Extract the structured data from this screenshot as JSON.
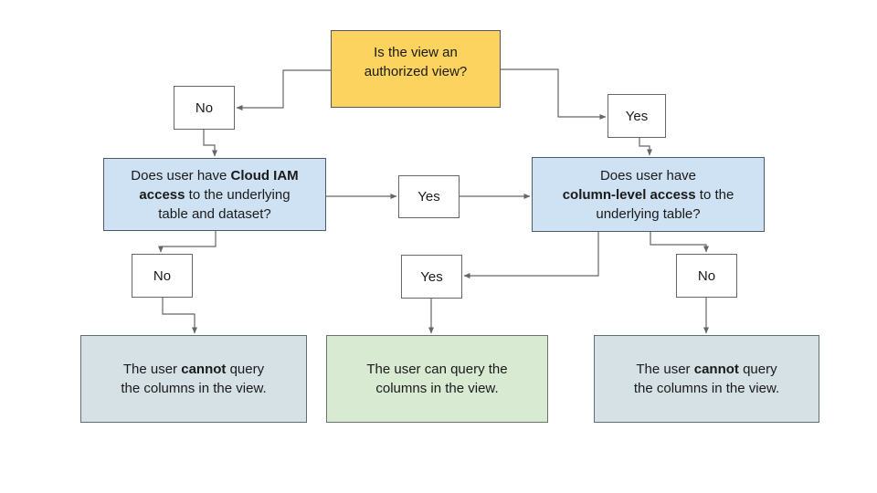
{
  "colors": {
    "decision_fill": "#fbd35e",
    "decision_border": "#53565c",
    "question_fill": "#cfe2f3",
    "question_border": "#4d5a68",
    "neutral_fill": "#d6e1e5",
    "neutral_border": "#5d6e74",
    "positive_fill": "#d9ead3",
    "positive_border": "#6c7169",
    "small_fill": "#ffffff",
    "small_border": "#666666",
    "connector": "#666666",
    "text": "#1a1a1a"
  },
  "nodes": {
    "root": {
      "line1": "Is the view an",
      "line2": "authorized view?"
    },
    "no_top": {
      "label": "No"
    },
    "yes_top": {
      "label": "Yes"
    },
    "yes_mid": {
      "label": "Yes"
    },
    "no_left": {
      "label": "No"
    },
    "yes_bottom": {
      "label": "Yes"
    },
    "no_right": {
      "label": "No"
    },
    "iam_question": {
      "line1_pre": "Does user have ",
      "line1_bold": "Cloud IAM",
      "line2_bold": "access",
      "line2_post": " to the underlying",
      "line3": "table and dataset?"
    },
    "column_question": {
      "line1": "Does user have",
      "line2_bold": "column-level access",
      "line2_post": " to the",
      "line3": "underlying table?"
    },
    "result_left": {
      "line1_pre": "The user ",
      "line1_bold": "cannot",
      "line1_post": " query",
      "line2": "the columns in the view."
    },
    "result_center": {
      "line1": "The user can query the",
      "line2": "columns in the view."
    },
    "result_right": {
      "line1_pre": "The user ",
      "line1_bold": "cannot",
      "line1_post": " query",
      "line2": "the columns in the view."
    }
  }
}
